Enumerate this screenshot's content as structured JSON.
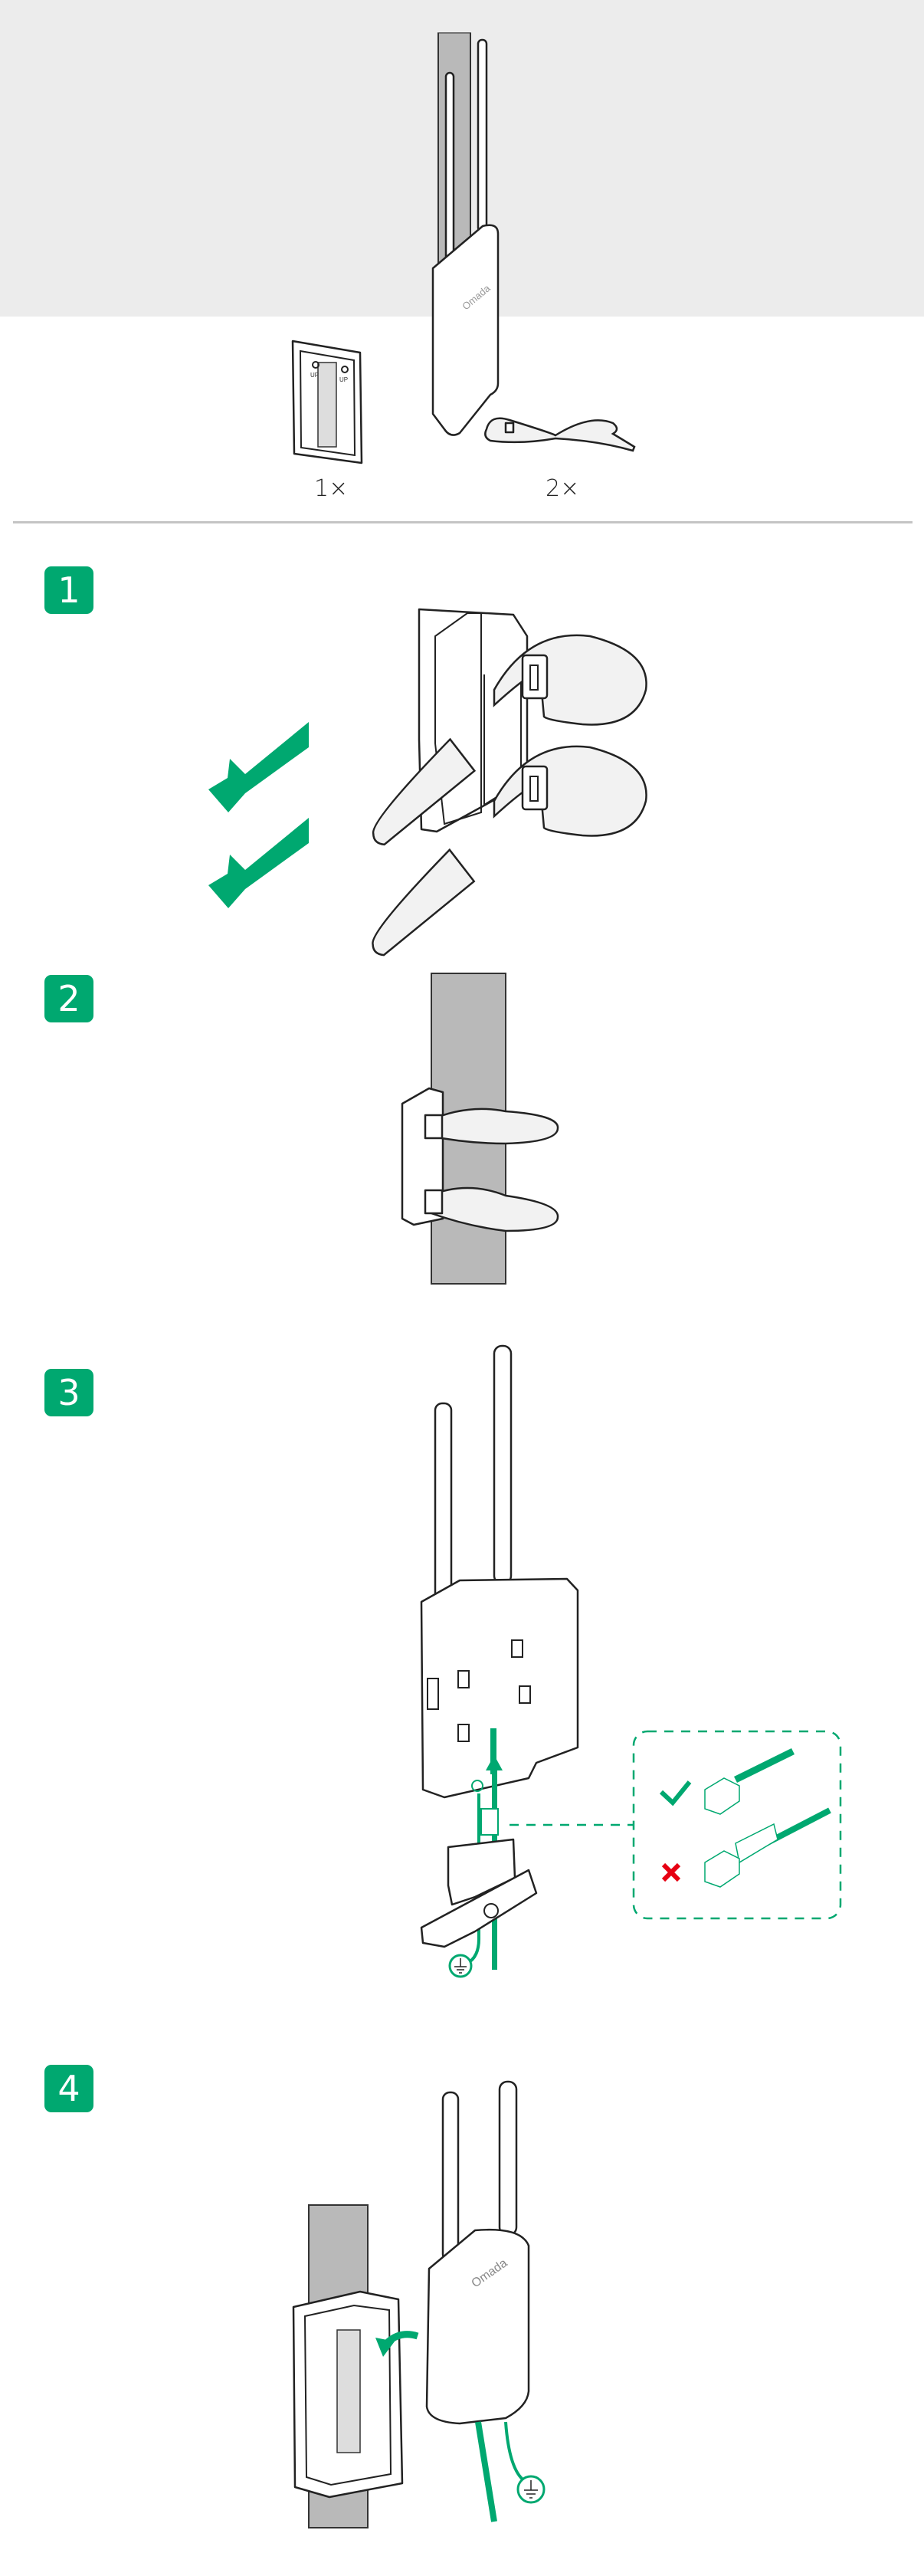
{
  "hero": {
    "device_logo": "Omada"
  },
  "accessories": [
    {
      "name": "mounting-bracket",
      "quantity": "1×",
      "label": "UP"
    },
    {
      "name": "cable-tie",
      "quantity": "2×"
    }
  ],
  "steps": [
    {
      "number": "1"
    },
    {
      "number": "2"
    },
    {
      "number": "3",
      "callout": {
        "correct_icon": "check-icon",
        "wrong_icon": "cross-icon"
      }
    },
    {
      "number": "4"
    }
  ],
  "colors": {
    "accent": "#00a870",
    "wrong": "#e60012",
    "hero_bg": "#ececec",
    "pole": "#b9b9b9"
  }
}
